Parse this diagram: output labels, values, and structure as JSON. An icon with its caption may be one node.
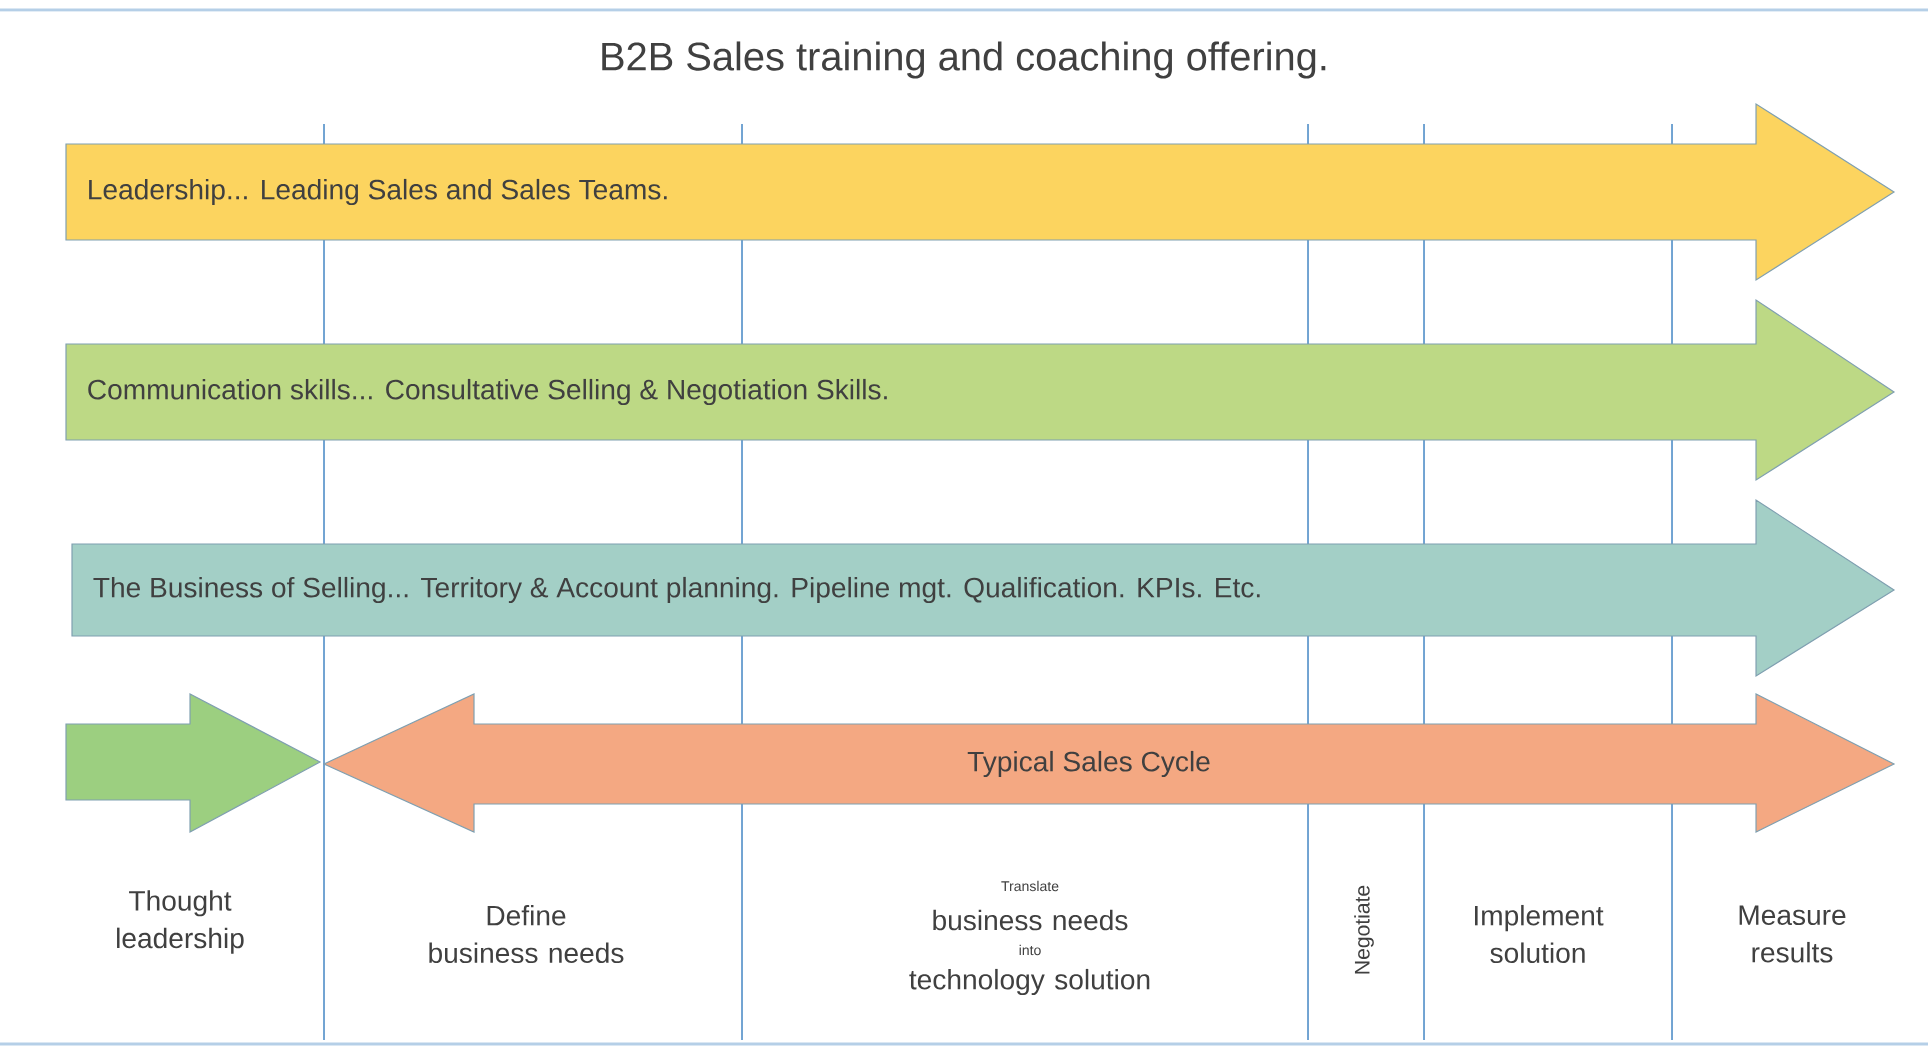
{
  "diagram": {
    "title": "B2B Sales training and coaching offering.",
    "nodes": [
      {
        "text": [
          "Leadership... Leading Sales and Sales Teams."
        ]
      },
      {
        "text": [
          "Communication skills... Consultative Selling & Negotiation Skills."
        ]
      },
      {
        "text": [
          "The Business of Selling... Territory & Account planning. Pipeline mgt. Qualification. KPIs. Etc."
        ]
      },
      {
        "text": [],
        "shape": "arrow"
      },
      {
        "text": [
          "Typical Sales Cycle"
        ]
      }
    ],
    "labels": [
      "Thought leadership",
      "Define business needs",
      "Translate",
      "business  needs",
      "into",
      "technology solution",
      "Negotiate",
      "Implement solution",
      "Measure results"
    ]
  }
}
